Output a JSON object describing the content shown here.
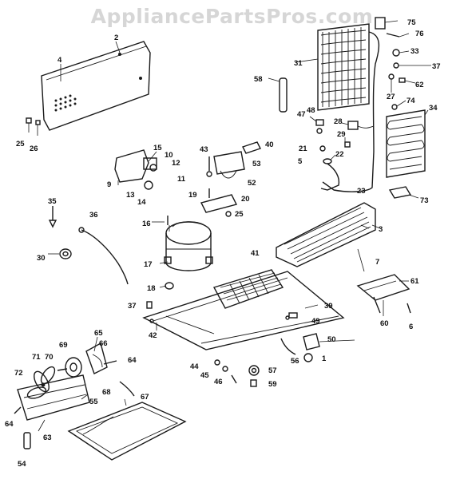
{
  "watermark": "AppliancePartsPros.com",
  "callouts": {
    "c1": "1",
    "c2": "2",
    "c3": "3",
    "c4": "4",
    "c5": "5",
    "c6": "6",
    "c7": "7",
    "c9": "9",
    "c10": "10",
    "c11": "11",
    "c12": "12",
    "c13": "13",
    "c14": "14",
    "c15": "15",
    "c16": "16",
    "c17": "17",
    "c18": "18",
    "c19": "19",
    "c20": "20",
    "c21": "21",
    "c22": "22",
    "c23": "23",
    "c25a": "25",
    "c25b": "25",
    "c26": "26",
    "c27": "27",
    "c28": "28",
    "c29": "29",
    "c30": "30",
    "c31": "31",
    "c33": "33",
    "c34": "34",
    "c35": "35",
    "c36": "36",
    "c37a": "37",
    "c37b": "37",
    "c39": "39",
    "c40": "40",
    "c41": "41",
    "c42": "42",
    "c43": "43",
    "c44": "44",
    "c45": "45",
    "c46": "46",
    "c47": "47",
    "c48": "48",
    "c49": "49",
    "c50": "50",
    "c52": "52",
    "c53": "53",
    "c54": "54",
    "c55": "55",
    "c56": "56",
    "c57": "57",
    "c58": "58",
    "c59": "59",
    "c60": "60",
    "c61": "61",
    "c62": "62",
    "c63": "63",
    "c64a": "64",
    "c64b": "64",
    "c65": "65",
    "c66": "66",
    "c67": "67",
    "c68": "68",
    "c69": "69",
    "c70": "70",
    "c71": "71",
    "c72": "72",
    "c73": "73",
    "c74": "74",
    "c75": "75",
    "c76": "76"
  }
}
